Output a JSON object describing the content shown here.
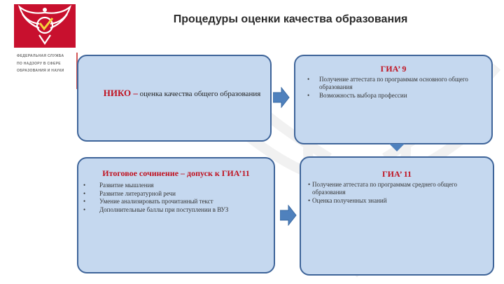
{
  "header": {
    "title": "Процедуры оценки качества образования",
    "agency_lines": [
      "Федеральная служба",
      "по надзору в сфере",
      "образования и науки"
    ]
  },
  "niko": {
    "name": "НИКО –",
    "text": " оценка качества общего образования"
  },
  "gia9": {
    "title": "ГИА’ 9",
    "items": [
      "Получение аттестата по программам основного общего образования",
      "Возможность выбора профессии"
    ]
  },
  "essay": {
    "title": "Итоговое сочинение – допуск к ГИА’11",
    "items": [
      "Развитие мышления",
      "Развитие литературной речи",
      "Умение анализировать прочитанный текст",
      "Дополнительные баллы при поступлении в ВУЗ"
    ]
  },
  "gia11": {
    "title": "ГИА’ 11",
    "items": [
      "Получение аттестата по программам среднего общего образования",
      "Оценка полученных знаний"
    ]
  },
  "colors": {
    "box_fill": "#c5d8ef",
    "box_border": "#3e6499",
    "arrow_fill": "#4f81bd",
    "heading_red": "#c0111f",
    "logo_red": "#c8102e"
  },
  "icons": {
    "logo": "emblem-eagle-icon",
    "arrow_right": "arrow-right-icon",
    "arrow_down": "arrow-down-icon"
  }
}
